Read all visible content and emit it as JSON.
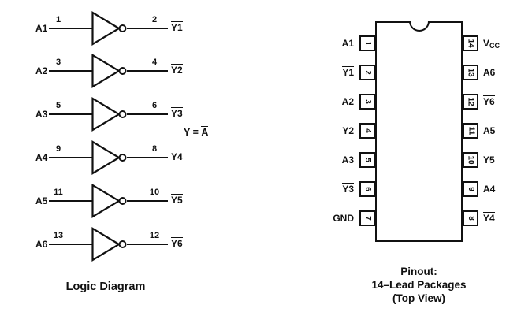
{
  "colors": {
    "ink": "#111111",
    "background": "#ffffff"
  },
  "logic": {
    "caption": "Logic Diagram",
    "equation_lhs": "Y = ",
    "equation_rhs": "A",
    "gates": [
      {
        "input": "A1",
        "in_pin": "1",
        "out_pin": "2",
        "output": "Y1"
      },
      {
        "input": "A2",
        "in_pin": "3",
        "out_pin": "4",
        "output": "Y2"
      },
      {
        "input": "A3",
        "in_pin": "5",
        "out_pin": "6",
        "output": "Y3"
      },
      {
        "input": "A4",
        "in_pin": "9",
        "out_pin": "8",
        "output": "Y4"
      },
      {
        "input": "A5",
        "in_pin": "11",
        "out_pin": "10",
        "output": "Y5"
      },
      {
        "input": "A6",
        "in_pin": "13",
        "out_pin": "12",
        "output": "Y6"
      }
    ]
  },
  "pinout": {
    "caption": [
      "Pinout:",
      "14–Lead Packages",
      "(Top View)"
    ],
    "left_pins": [
      {
        "num": "1",
        "label": "A1",
        "overline": false
      },
      {
        "num": "2",
        "label": "Y1",
        "overline": true
      },
      {
        "num": "3",
        "label": "A2",
        "overline": false
      },
      {
        "num": "4",
        "label": "Y2",
        "overline": true
      },
      {
        "num": "5",
        "label": "A3",
        "overline": false
      },
      {
        "num": "6",
        "label": "Y3",
        "overline": true
      },
      {
        "num": "7",
        "label": "GND",
        "overline": false
      }
    ],
    "right_pins": [
      {
        "num": "14",
        "label": "V",
        "sub": "CC",
        "overline": false
      },
      {
        "num": "13",
        "label": "A6",
        "overline": false
      },
      {
        "num": "12",
        "label": "Y6",
        "overline": true
      },
      {
        "num": "11",
        "label": "A5",
        "overline": false
      },
      {
        "num": "10",
        "label": "Y5",
        "overline": true
      },
      {
        "num": "9",
        "label": "A4",
        "overline": false
      },
      {
        "num": "8",
        "label": "Y4",
        "overline": true
      }
    ]
  }
}
